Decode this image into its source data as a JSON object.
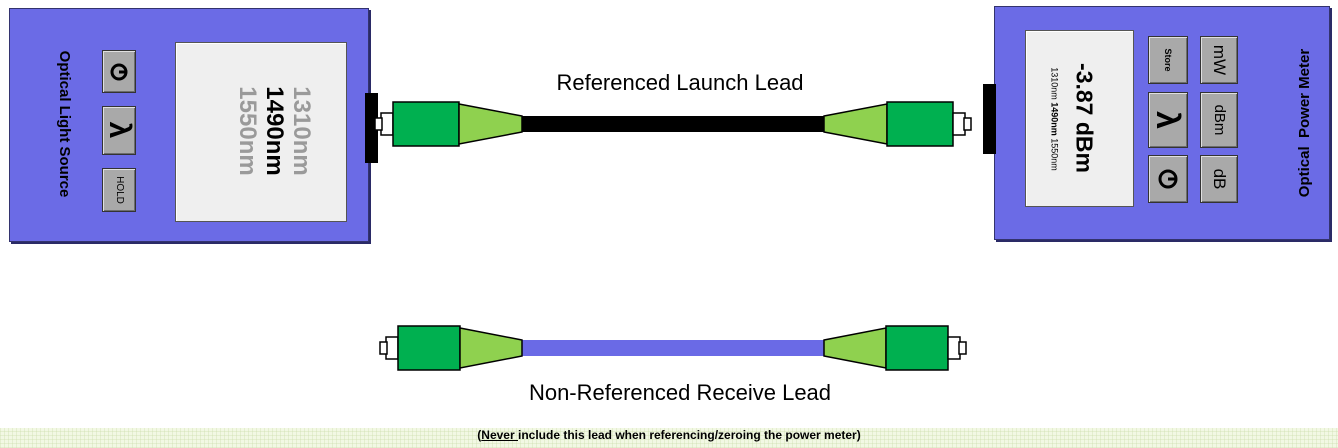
{
  "colors": {
    "device_body": "#6b6be6",
    "connector_green": "#00b050",
    "boot_green": "#8fd14f",
    "launch_cable": "#000000",
    "receive_cable": "#6a6ae6",
    "screen": "#efefef",
    "button": "#a9a9a9"
  },
  "light_source": {
    "label": "Optical Light Source",
    "wavelengths": [
      "1310nm",
      "1490nm",
      "1550nm"
    ],
    "selected_wavelength": "1490nm",
    "buttons": {
      "power_icon": "power-icon",
      "lambda": "λ",
      "hold": "HOLD"
    }
  },
  "power_meter": {
    "label": "Optical  Power Meter",
    "reading": "-3.87 dBm",
    "wavelengths": [
      "1310nm",
      "1490nm",
      "1550nm"
    ],
    "selected_wavelength": "1490nm",
    "buttons": {
      "store": "Store",
      "mw": "mW",
      "lambda": "λ",
      "dbm": "dBm",
      "power_icon": "power-icon",
      "db": "dB"
    }
  },
  "leads": {
    "launch": "Referenced Launch Lead",
    "receive": "Non-Referenced Receive Lead"
  },
  "note": {
    "prefix": "(",
    "emphasis": "Never ",
    "rest": "include this lead when referencing/zeroing the power meter)"
  }
}
